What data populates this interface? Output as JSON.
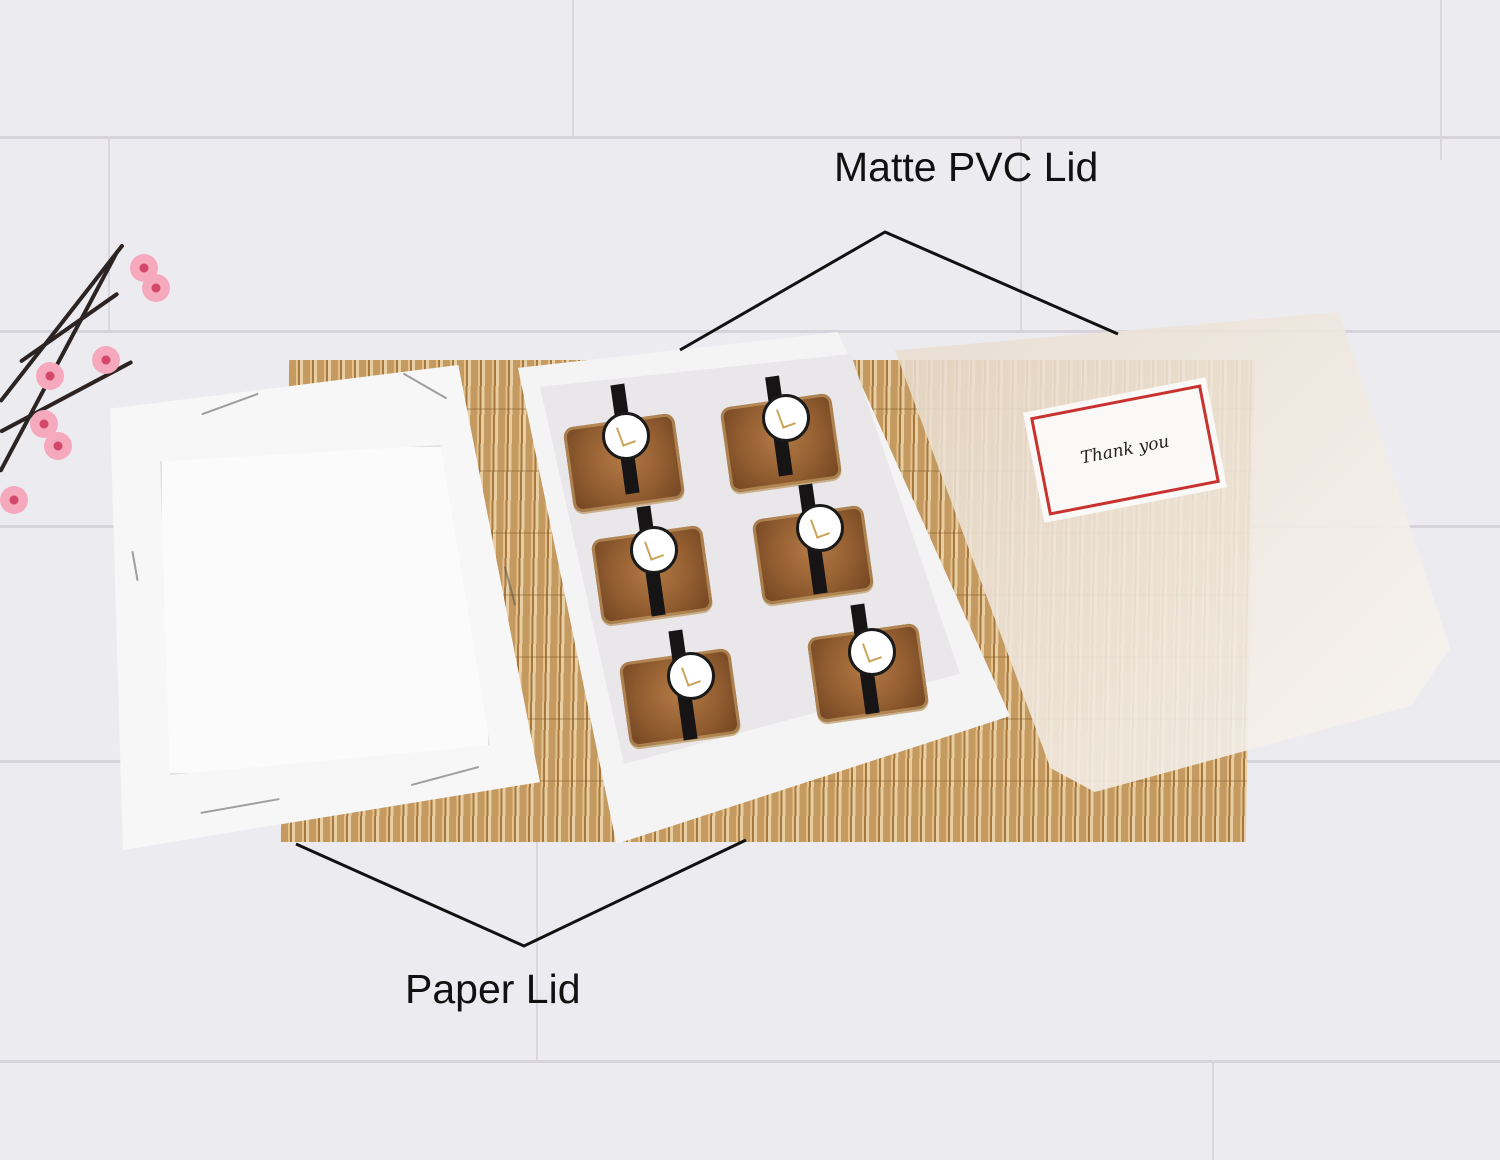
{
  "annotations": {
    "matte_pvc_lid": "Matte PVC Lid",
    "paper_lid": "Paper Lid"
  },
  "thank_you_card": {
    "text": "Thank you",
    "border_color": "#c8322f"
  },
  "scene": {
    "background_color": "#ecebef",
    "cake_count": 6,
    "objects": [
      "plum-blossom-branch",
      "paper-lid",
      "base-box-with-mooncakes",
      "matte-pvc-lid",
      "bamboo-mat"
    ]
  }
}
